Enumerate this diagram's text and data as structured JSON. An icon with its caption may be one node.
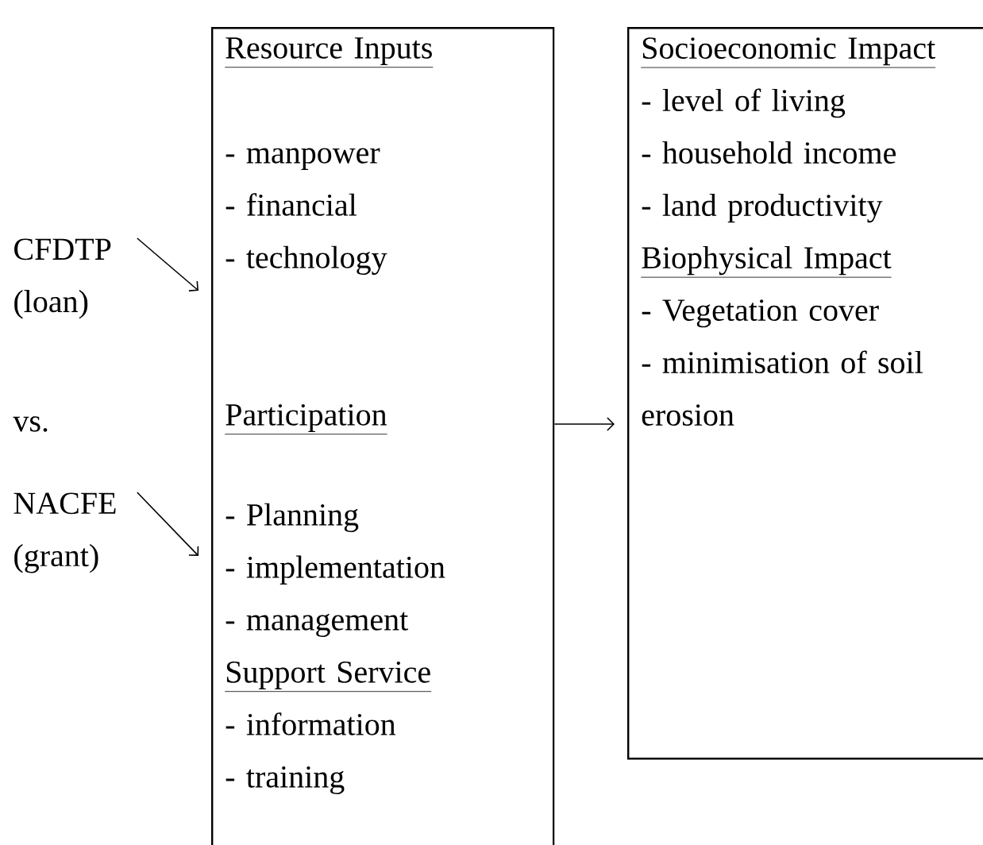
{
  "diagram": {
    "nodes": [
      {
        "text": [
          "CFDTP (loan)"
        ]
      },
      {
        "text": [
          "NACFE (grant)"
        ]
      },
      {
        "text": [
          "Resource Inputs",
          "- manpower",
          "- financial",
          "- technology",
          "Participation",
          "- Planning",
          "- implementation",
          "- management",
          "Support Service",
          "- information",
          "- training"
        ]
      },
      {
        "text": [
          "Socioeconomic Impact",
          "- level of living",
          "- household income",
          "- land productivity",
          "Biophysical Impact",
          "- Vegetation cover",
          "- minimisation of soil erosion"
        ]
      }
    ],
    "edges": [
      {
        "from": 0,
        "to": 2,
        "arrow": "to"
      },
      {
        "from": 1,
        "to": 2,
        "arrow": "to"
      },
      {
        "from": 2,
        "to": 3,
        "arrow": "to"
      }
    ],
    "labels": [
      "vs."
    ]
  }
}
